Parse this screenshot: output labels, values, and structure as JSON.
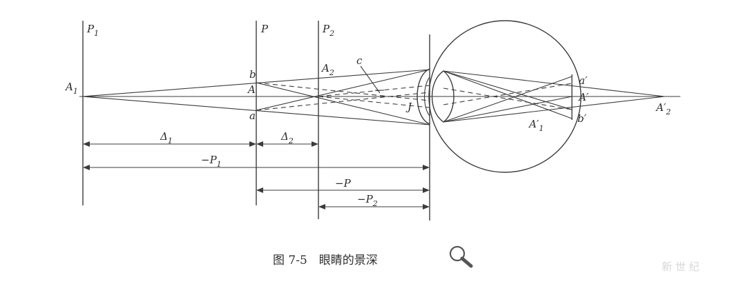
{
  "planes": [
    {
      "main": "P",
      "sub": "1"
    },
    {
      "main": "P",
      "sub": ""
    },
    {
      "main": "P",
      "sub": "2"
    }
  ],
  "points": {
    "A1": {
      "main": "A",
      "sub": "1"
    },
    "A": {
      "main": "A",
      "sub": ""
    },
    "A2": {
      "main": "A",
      "sub": "2"
    },
    "b": {
      "main": "b",
      "sub": ""
    },
    "a": {
      "main": "a",
      "sub": ""
    },
    "c": {
      "main": "c",
      "sub": ""
    },
    "J": {
      "main": "J",
      "sub": ""
    },
    "a_prime": {
      "main": "a′",
      "sub": ""
    },
    "A_prime": {
      "main": "A′",
      "sub": ""
    },
    "b_prime": {
      "main": "b′",
      "sub": ""
    },
    "A1_prime": {
      "main": "A′",
      "sub": "1"
    },
    "A2_prime": {
      "main": "A′",
      "sub": "2"
    }
  },
  "dimensions": {
    "delta1": {
      "main": "Δ",
      "sub": "1"
    },
    "delta2": {
      "main": "Δ",
      "sub": "2"
    },
    "minusP1": {
      "main": "−P",
      "sub": "1"
    },
    "minusP": {
      "main": "−P",
      "sub": ""
    },
    "minusP2": {
      "main": "−P",
      "sub": "2"
    }
  },
  "caption": "图 7-5　眼睛的景深",
  "icons": {
    "zoom": "magnifier-icon"
  },
  "watermark": "新 世 纪"
}
